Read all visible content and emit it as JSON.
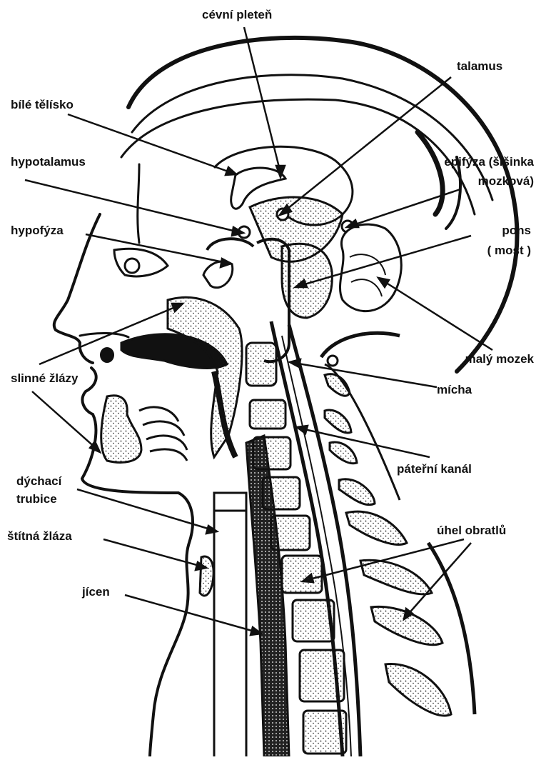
{
  "diagram": {
    "labels": {
      "cevni_pleten": "cévní pleteň",
      "talamus": "talamus",
      "bile_telisko": "bílé tělísko",
      "hypotalamus": "hypotalamus",
      "epifyza_1": "epifýza (šišinka",
      "epifyza_2": "mozková)",
      "hypofyza": "hypofýza",
      "pons_1": "pons",
      "pons_2": "( most )",
      "maly_mozek": "malý mozek",
      "slinne_zlazy": "slinné žlázy",
      "micha": "mícha",
      "paterni_kanal": "páteřní kanál",
      "dychaci_1": "dýchací",
      "dychaci_2": "trubice",
      "stitna_zlaza": "štítná žláza",
      "uhel_obratlu": "úhel obratlů",
      "jicen": "jícen"
    },
    "colors": {
      "ink": "#111111",
      "paper": "#ffffff"
    }
  }
}
